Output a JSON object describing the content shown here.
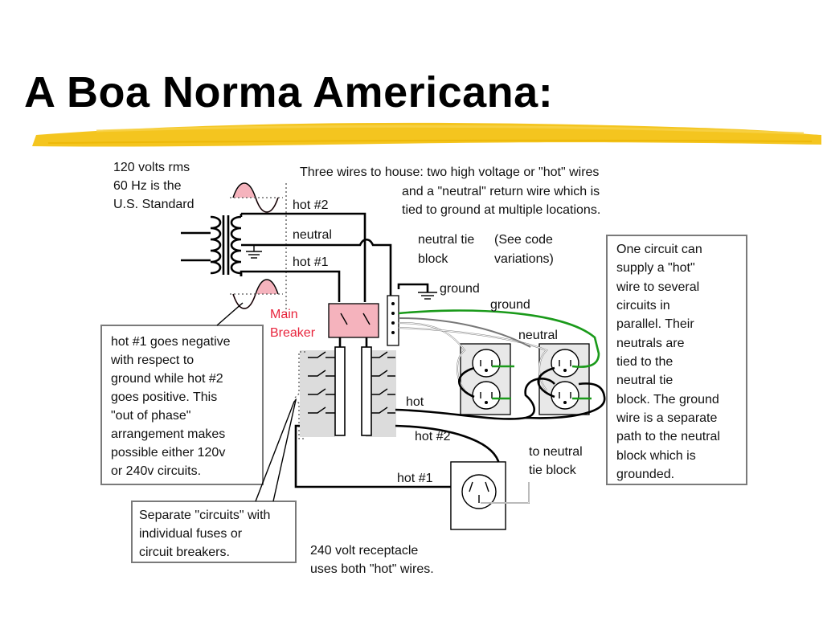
{
  "slide": {
    "title": "A Boa Norma Americana:"
  },
  "colors": {
    "accent": "#f3c213",
    "breaker": "#f5b3bd",
    "ground_wire": "#1a9a1a",
    "breaker_label": "#e8233b"
  },
  "diagram": {
    "source_label": [
      "120 volts rms",
      "60 Hz is the",
      "U.S. Standard"
    ],
    "house_wires_note": [
      "Three wires to house: two high voltage or \"hot\" wires",
      "and a \"neutral\" return wire which is",
      "tied to ground at multiple locations."
    ],
    "wire_labels": {
      "hot2": "hot #2",
      "neutral": "neutral",
      "hot1": "hot #1",
      "ground_top": "ground",
      "ground_green": "ground",
      "neutral_right": "neutral",
      "hot": "hot",
      "hot2_bottom": "hot #2",
      "hot1_bottom": "hot #1"
    },
    "neutral_tie_block": [
      "neutral tie",
      "block"
    ],
    "code_note": [
      "(See code",
      "variations)"
    ],
    "main_breaker": [
      "Main",
      "Breaker"
    ],
    "to_neutral_tie": [
      "to neutral",
      "tie block"
    ],
    "phase_note": [
      "hot #1 goes negative",
      "with respect to",
      "ground while hot #2",
      "goes positive. This",
      "\"out of phase\"",
      "arrangement makes",
      "possible either 120v",
      "or 240v circuits."
    ],
    "circuits_note": [
      "Separate \"circuits\" with",
      "individual fuses or",
      "circuit breakers."
    ],
    "receptacle_note": [
      "240 volt receptacle",
      "uses both \"hot\" wires."
    ],
    "parallel_note": [
      "One circuit can",
      "supply a \"hot\"",
      "wire to several",
      "circuits in",
      "parallel. Their",
      "neutrals are",
      "tied to the",
      "neutral tie",
      "block. The ground",
      "wire is a separate",
      "path to the neutral",
      "block which is",
      "grounded."
    ]
  }
}
